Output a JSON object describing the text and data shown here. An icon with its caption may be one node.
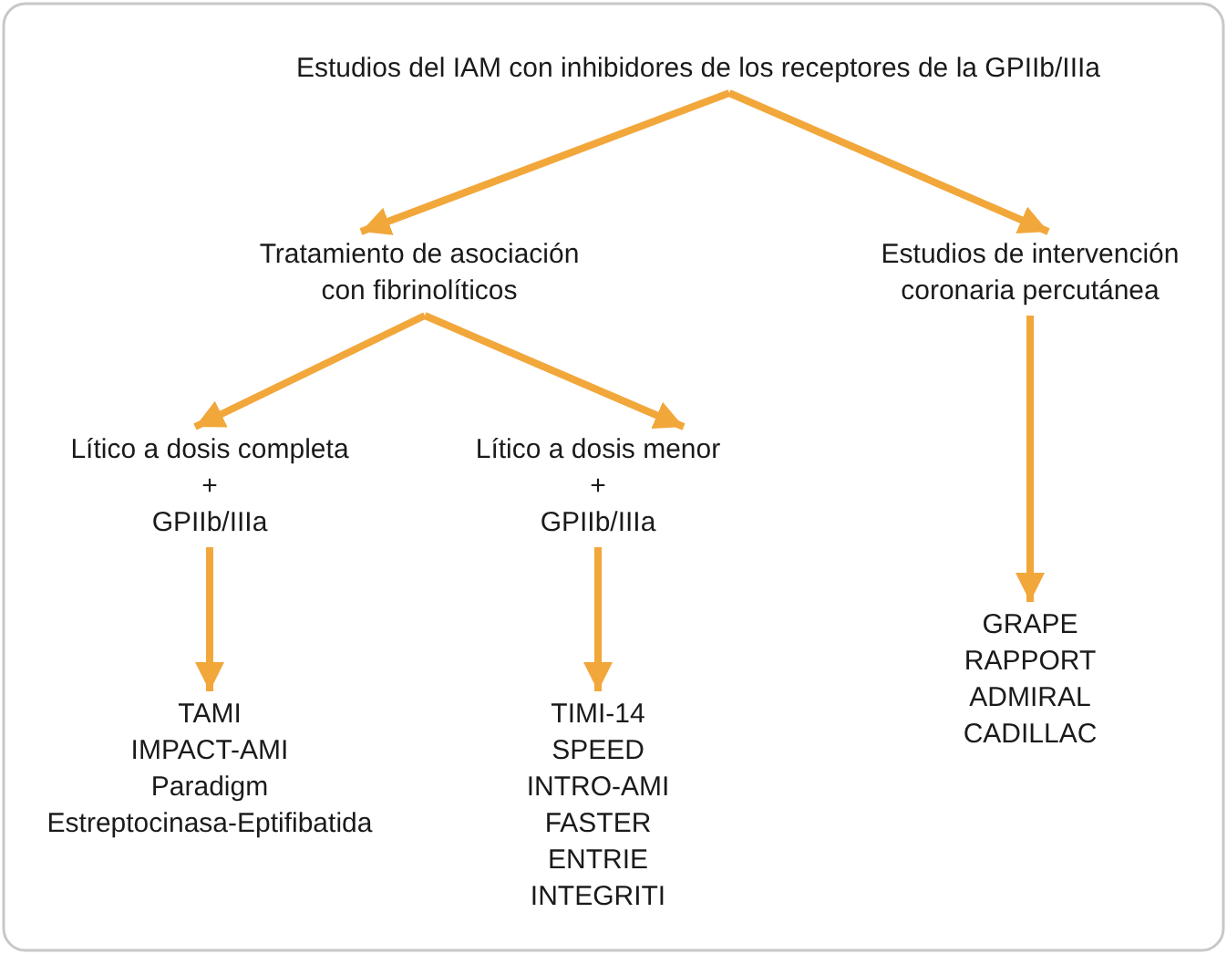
{
  "diagram": {
    "nodes": [
      {
        "text": [
          "Estudios del IAM con inhibidores de los receptores de la GPIIb/IIIa"
        ]
      },
      {
        "text": [
          "Tratamiento de asociación con fibrinolíticos"
        ]
      },
      {
        "text": [
          "Estudios de intervención coronaria percutánea"
        ]
      },
      {
        "text": [
          "Lítico a dosis completa",
          "+",
          "GPIIb/IIIa"
        ]
      },
      {
        "text": [
          "Lítico a dosis menor",
          "+",
          "GPIIb/IIIa"
        ]
      },
      {
        "text": [
          "TAMI",
          "IMPACT-AMI",
          "Paradigm",
          "Estreptocinasa-Eptifibatida"
        ]
      },
      {
        "text": [
          "TIMI-14",
          "SPEED",
          "INTRO-AMI",
          "FASTER",
          "ENTRIE",
          "INTEGRITI"
        ]
      },
      {
        "text": [
          "GRAPE",
          "RAPPORT",
          "ADMIRAL",
          "CADILLAC"
        ]
      }
    ],
    "edges": [
      {
        "from": 0,
        "to": 1,
        "arrow": "to"
      },
      {
        "from": 0,
        "to": 2,
        "arrow": "to"
      },
      {
        "from": 1,
        "to": 3,
        "arrow": "to"
      },
      {
        "from": 1,
        "to": 4,
        "arrow": "to"
      },
      {
        "from": 3,
        "to": 5,
        "arrow": "to"
      },
      {
        "from": 4,
        "to": 6,
        "arrow": "to"
      },
      {
        "from": 2,
        "to": 7,
        "arrow": "to"
      }
    ]
  }
}
